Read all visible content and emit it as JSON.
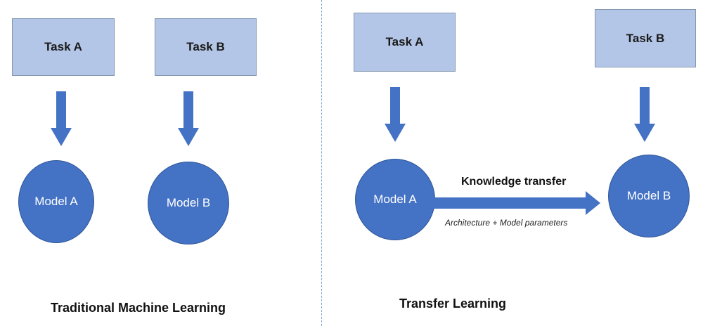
{
  "traditional": {
    "title": "Traditional Machine Learning",
    "task_a": "Task A",
    "task_b": "Task B",
    "model_a": "Model A",
    "model_b": "Model B"
  },
  "transfer": {
    "title": "Transfer Learning",
    "task_a": "Task A",
    "task_b": "Task B",
    "model_a": "Model A",
    "model_b": "Model B",
    "arrow_label": "Knowledge transfer",
    "arrow_sublabel": "Architecture + Model parameters"
  },
  "colors": {
    "task_fill": "#b4c6e7",
    "model_fill": "#4472c4",
    "arrow_fill": "#4472c4"
  }
}
